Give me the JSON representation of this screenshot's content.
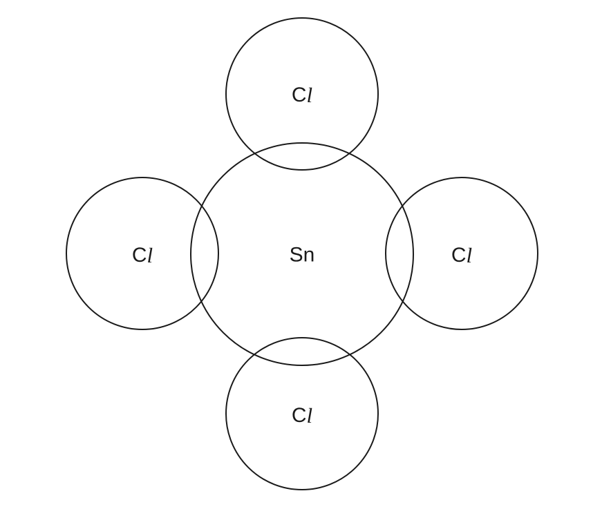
{
  "diagram": {
    "center_atom": {
      "symbol": "Sn"
    },
    "outer_atoms": [
      {
        "symbol_main": "C",
        "symbol_italic": "l"
      },
      {
        "symbol_main": "C",
        "symbol_italic": "l"
      },
      {
        "symbol_main": "C",
        "symbol_italic": "l"
      },
      {
        "symbol_main": "C",
        "symbol_italic": "l"
      }
    ],
    "colors": {
      "stroke": "#1a1a1a",
      "background": "#ffffff"
    }
  }
}
